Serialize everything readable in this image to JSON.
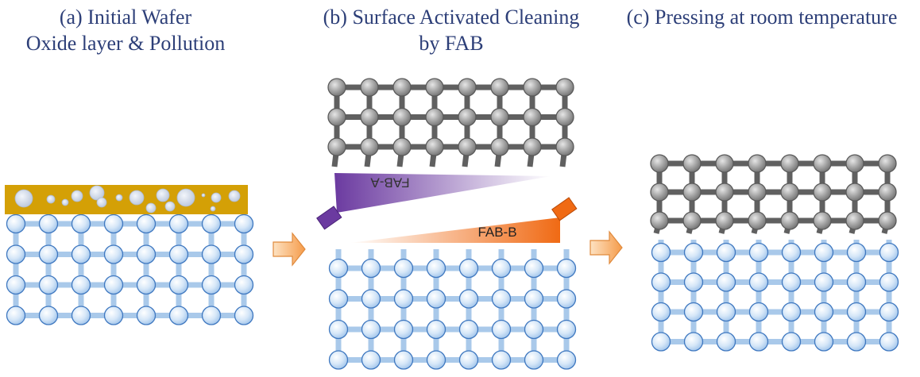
{
  "captions": {
    "a": {
      "line1": "(a) Initial Wafer",
      "line2": "Oxide layer & Pollution"
    },
    "b": {
      "line1": "(b) Surface Activated Cleaning",
      "line2": "by FAB"
    },
    "c": {
      "line1": "(c) Pressing at room temperature",
      "line2": ""
    }
  },
  "beams": {
    "a_label": "FAB-A",
    "b_label": "FAB-B"
  },
  "colors": {
    "caption_text": "#2d3f78",
    "wafer_bond": "#a9c9ea",
    "wafer_atom_fill": "#d2e5f8",
    "wafer_atom_stroke": "#3f78c0",
    "top_bond": "#606060",
    "top_atom": "#9a9a9a",
    "oxide": "#d4a006",
    "particle": "#cdd7e7",
    "arrow_fill": "#f7b06c",
    "beam_a": "#6b3aa0",
    "beam_b": "#f06a14"
  }
}
